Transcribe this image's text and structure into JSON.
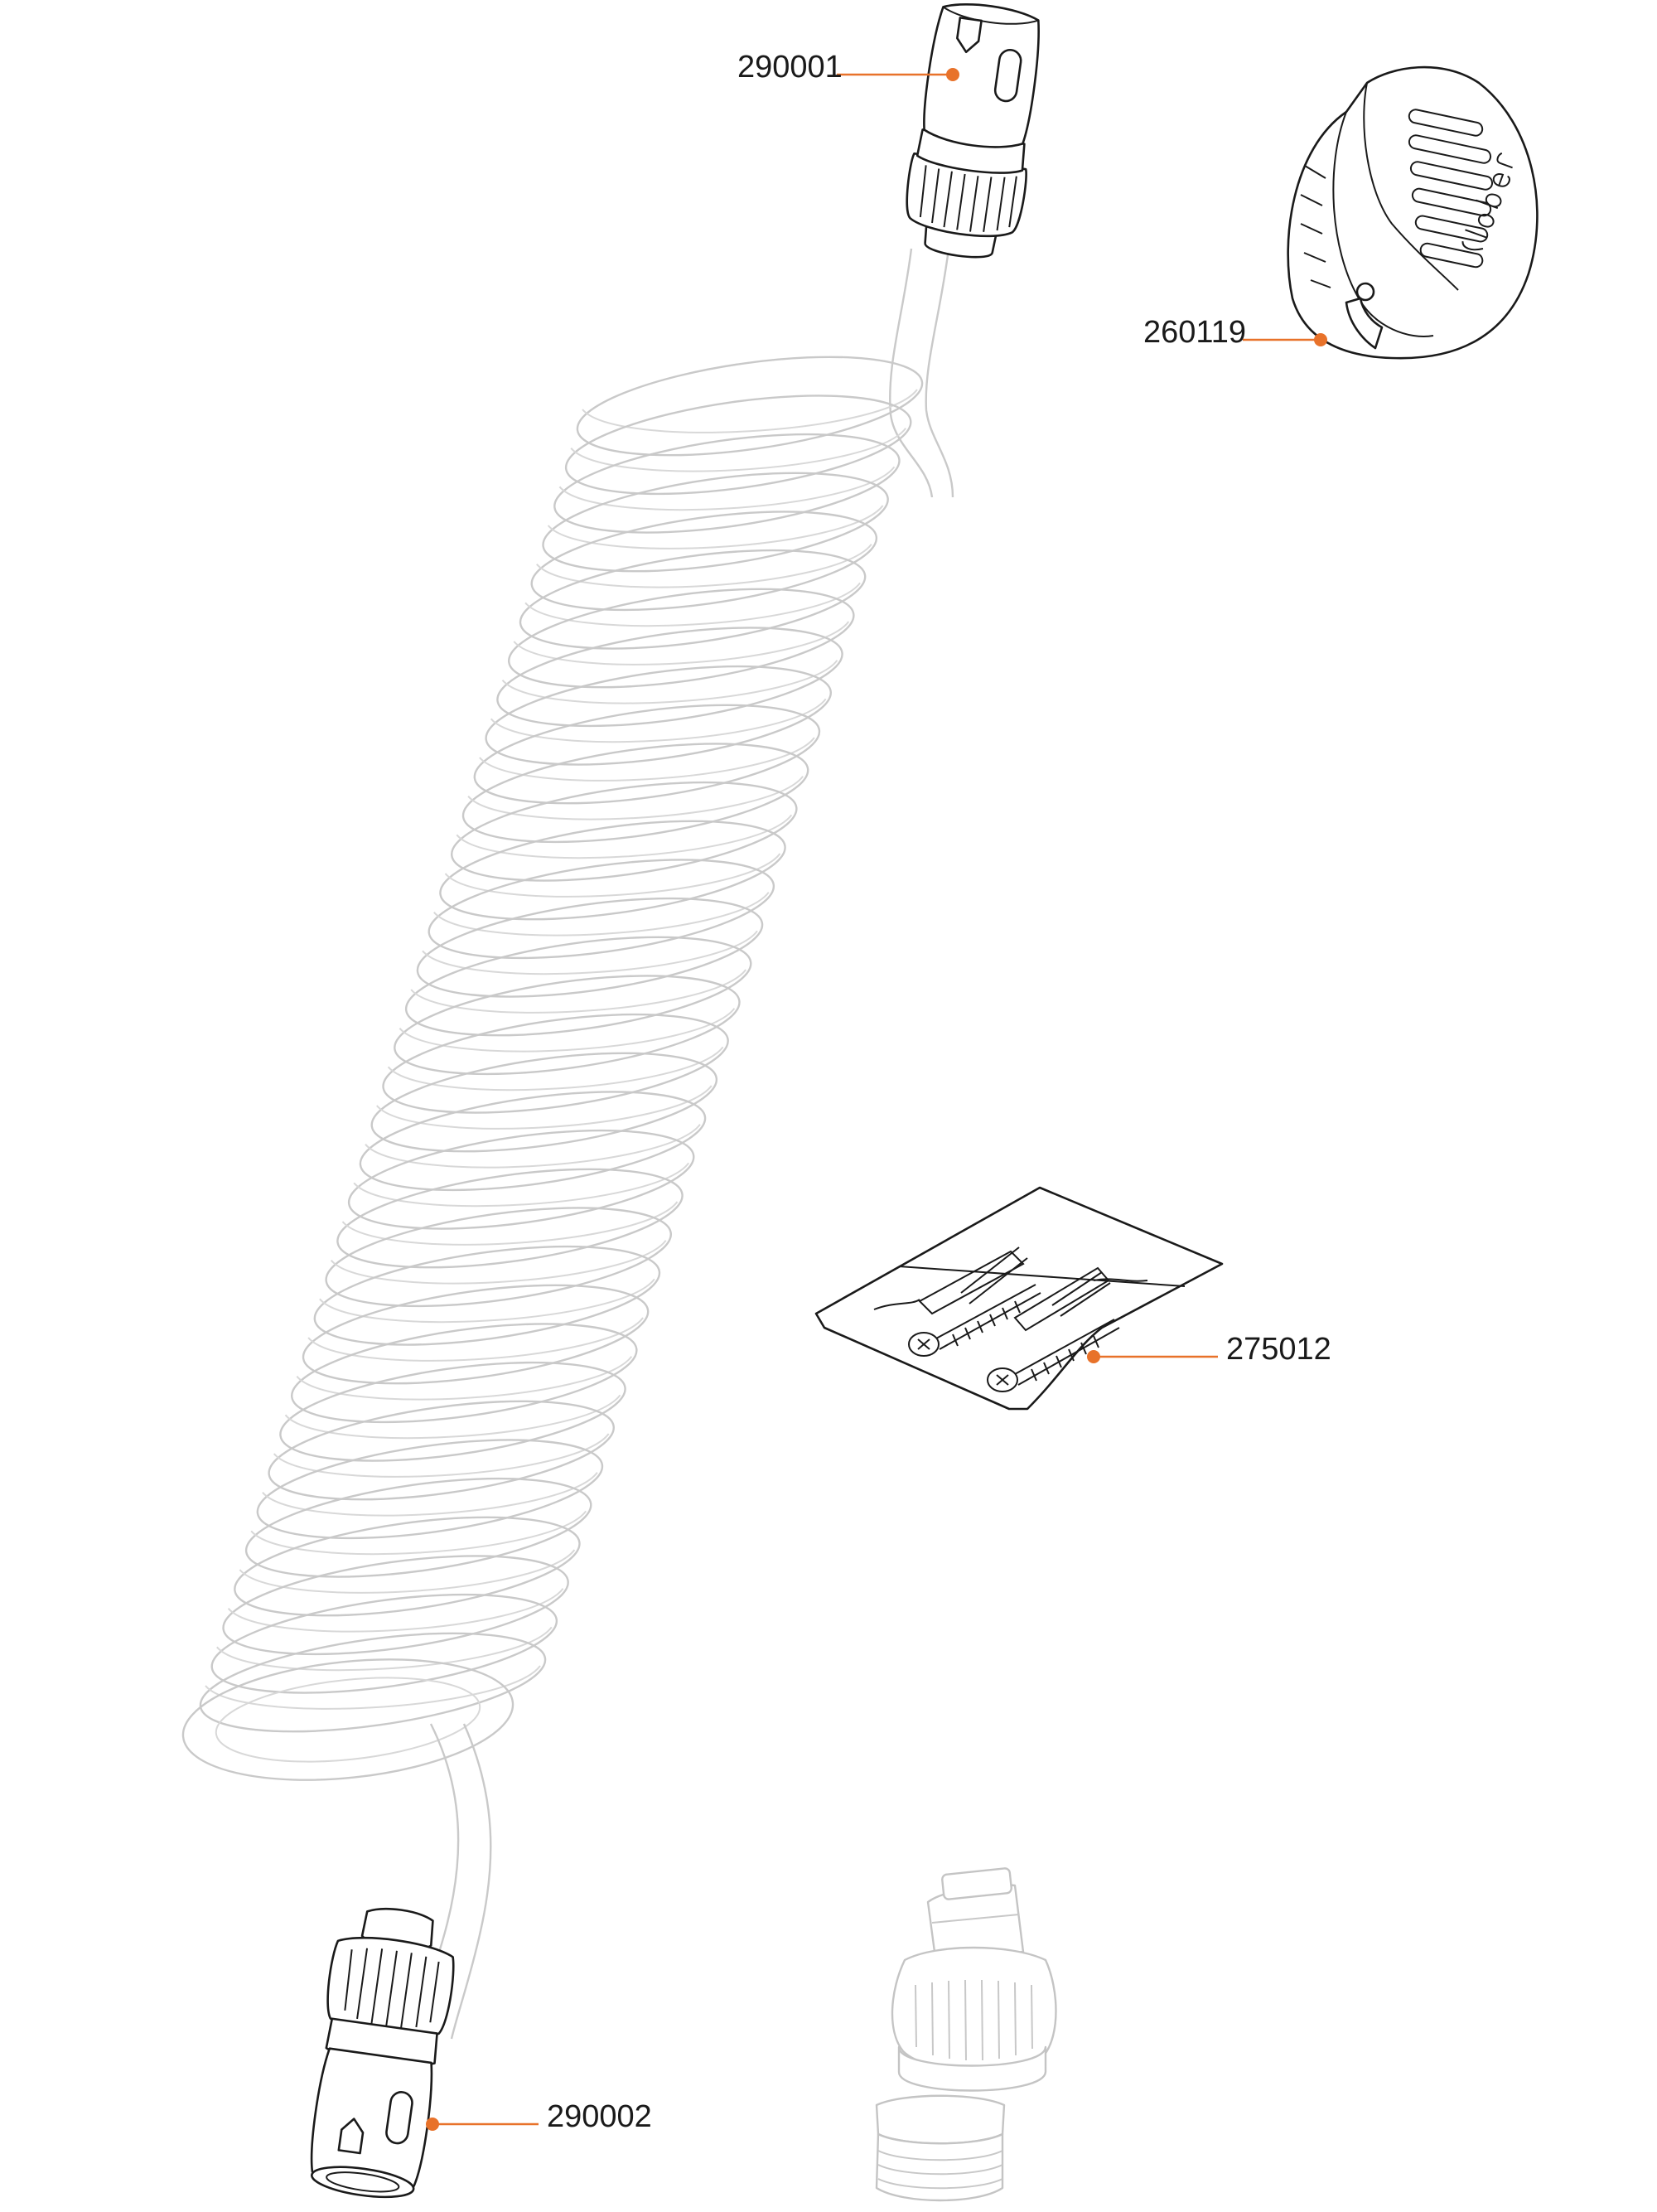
{
  "parts": [
    {
      "code": "290001"
    },
    {
      "code": "260119"
    },
    {
      "code": "275012"
    },
    {
      "code": "290002"
    }
  ],
  "colors": {
    "leader": "#e8722a",
    "ink": "#1a1a1a",
    "ghost": "#c4c4c4"
  },
  "coil": {
    "turns": 34
  }
}
